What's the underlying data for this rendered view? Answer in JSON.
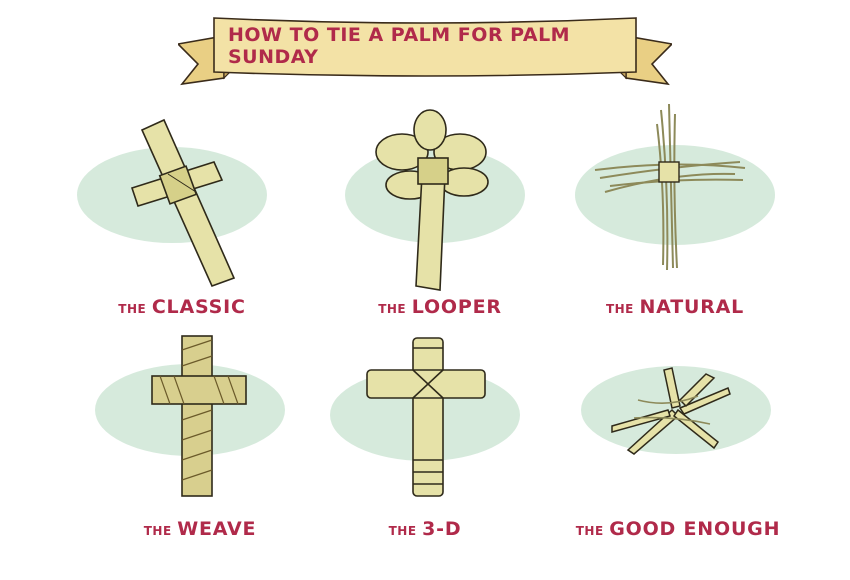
{
  "title": "HOW TO TIE A PALM FOR PALM SUNDAY",
  "items": [
    {
      "prefix": "THE",
      "name": "CLASSIC"
    },
    {
      "prefix": "THE",
      "name": "LOOPER"
    },
    {
      "prefix": "THE",
      "name": "NATURAL"
    },
    {
      "prefix": "THE",
      "name": "WEAVE"
    },
    {
      "prefix": "THE",
      "name": "3-D"
    },
    {
      "prefix": "THE",
      "name": "GOOD ENOUGH"
    }
  ],
  "colors": {
    "title": "#b02a4a",
    "banner": "#f3e2a6",
    "palm": "#e6e2a8",
    "splash": "#cfe6d6"
  }
}
